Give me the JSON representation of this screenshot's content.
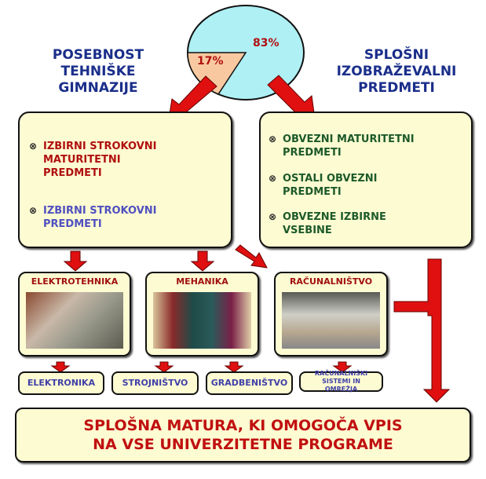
{
  "pie": {
    "labels": [
      "17%",
      "83%"
    ],
    "values": [
      17,
      83
    ],
    "colors": [
      "#f8c9a0",
      "#aef0f4"
    ]
  },
  "left_title": [
    "POSEBNOST",
    "TEHNIŠKE",
    "GIMNAZIJE"
  ],
  "right_title": [
    "SPLOŠNI",
    "IZOBRAŽEVALNI",
    "PREDMETI"
  ],
  "left_box": {
    "items": [
      {
        "lines": [
          "IZBIRNI STROKOVNI",
          "MATURITETNI",
          "PREDMETI"
        ]
      },
      {
        "lines": [
          "IZBIRNI STROKOVNI",
          "PREDMETI"
        ]
      }
    ]
  },
  "right_box": {
    "items": [
      {
        "lines": [
          "OBVEZNI MATURITETNI",
          "PREDMETI"
        ]
      },
      {
        "lines": [
          "OSTALI OBVEZNI",
          "PREDMETI"
        ]
      },
      {
        "lines": [
          "OBVEZNE IZBIRNE",
          "VSEBINE"
        ]
      }
    ]
  },
  "bullet": "⊗",
  "programs": [
    "ELEKTROTEHNIKA",
    "MEHANIKA",
    "RAČUNALNIŠTVO"
  ],
  "subprograms": [
    "ELEKTRONIKA",
    "STROJNIŠTVO",
    "GRADBENIŠTVO",
    "RAČUNALNIŠKI SISTEMI IN OMREŽJA"
  ],
  "final": [
    "SPLOŠNA MATURA, KI OMOGOČA VPIS",
    "NA VSE UNIVERZITETNE PROGRAME"
  ],
  "arrow_color": "#e01010"
}
